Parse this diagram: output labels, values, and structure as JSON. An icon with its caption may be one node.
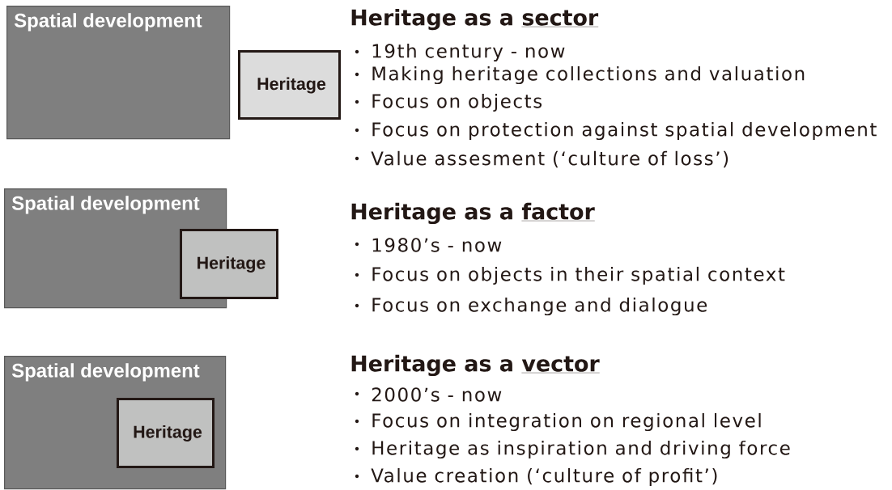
{
  "diagram": {
    "nodes": [
      {
        "text": [
          "Spatial development"
        ]
      },
      {
        "text": [
          "Heritage"
        ]
      },
      {
        "text": [
          "Spatial development"
        ]
      },
      {
        "text": [
          "Heritage"
        ]
      },
      {
        "text": [
          "Spatial development"
        ]
      },
      {
        "text": [
          "Heritage"
        ],
        "in": 4
      }
    ],
    "edges": [],
    "labels": [
      "Heritage as a",
      "sector",
      "19th century - now",
      "Making heritage collections and valuation",
      "Focus on objects",
      "Focus on protection against spatial development",
      "Value assesment (‘culture of loss’)",
      "Heritage as a",
      "factor",
      "1980’s - now",
      "Focus on objects in their spatial context",
      "Focus on exchange and dialogue",
      "Heritage as a",
      "vector",
      "2000’s - now",
      "Focus on integration on regional level",
      "Heritage as inspiration and driving force",
      "Value creation (‘culture of profit’)"
    ]
  }
}
